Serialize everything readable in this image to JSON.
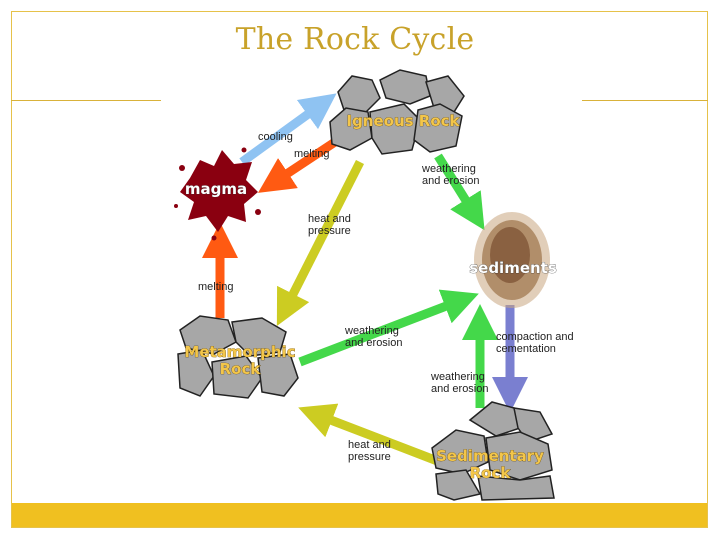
{
  "title": "The Rock Cycle",
  "colors": {
    "accent": "#c8a22a",
    "footer": "#f0c020",
    "blue_arrow": "#8fc3f2",
    "red_arrow": "#ff5a12",
    "green_arrow": "#44d84a",
    "olive_arrow": "#cccc22",
    "purple_arrow": "#7a7fd0",
    "rock_gray": "#a7a7a7",
    "magma": "#8a0010",
    "sediment": "#8a5a2a"
  },
  "nodes": {
    "igneous": "Igneous Rock",
    "magma": "magma",
    "sediments": "sediments",
    "metamorphic_line1": "Metamorphic",
    "metamorphic_line2": "Rock",
    "sedimentary_line1": "Sedimentary",
    "sedimentary_line2": "Rock"
  },
  "arrow_labels": {
    "cooling": "cooling",
    "melting_top": "melting",
    "weathering_top_1": "weathering",
    "weathering_top_2": "and erosion",
    "heat_pressure_top_1": "heat and",
    "heat_pressure_top_2": "pressure",
    "melting_left": "melting",
    "weathering_mid_1": "weathering",
    "weathering_mid_2": "and erosion",
    "compaction_1": "compaction and",
    "compaction_2": "cementation",
    "weathering_low_1": "weathering",
    "weathering_low_2": "and erosion",
    "heat_pressure_bottom_1": "heat and",
    "heat_pressure_bottom_2": "pressure"
  }
}
